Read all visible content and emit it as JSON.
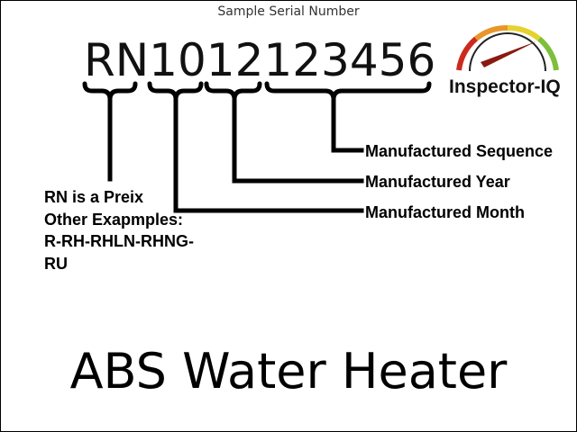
{
  "caption": "Sample Serial Number",
  "serial": {
    "prefix": "RN",
    "month": "10",
    "year": "12",
    "sequence": "123456"
  },
  "labels": {
    "sequence": "Manufactured Sequence",
    "year": "Manufactured Year",
    "month": "Manufactured Month"
  },
  "prefix_note": {
    "line1": "RN is a Preix",
    "line2": "Other Exapmples:",
    "line3": "R-RH-RHLN-RHNG-",
    "line4": "RU"
  },
  "logo": {
    "text": "Inspector-IQ",
    "icon": "gauge-icon"
  },
  "product_title": "ABS Water Heater",
  "colors": {
    "gauge_red": "#cc2a1e",
    "gauge_orange": "#e8962a",
    "gauge_yellow": "#e6d22e",
    "gauge_green": "#7dbf3c"
  }
}
